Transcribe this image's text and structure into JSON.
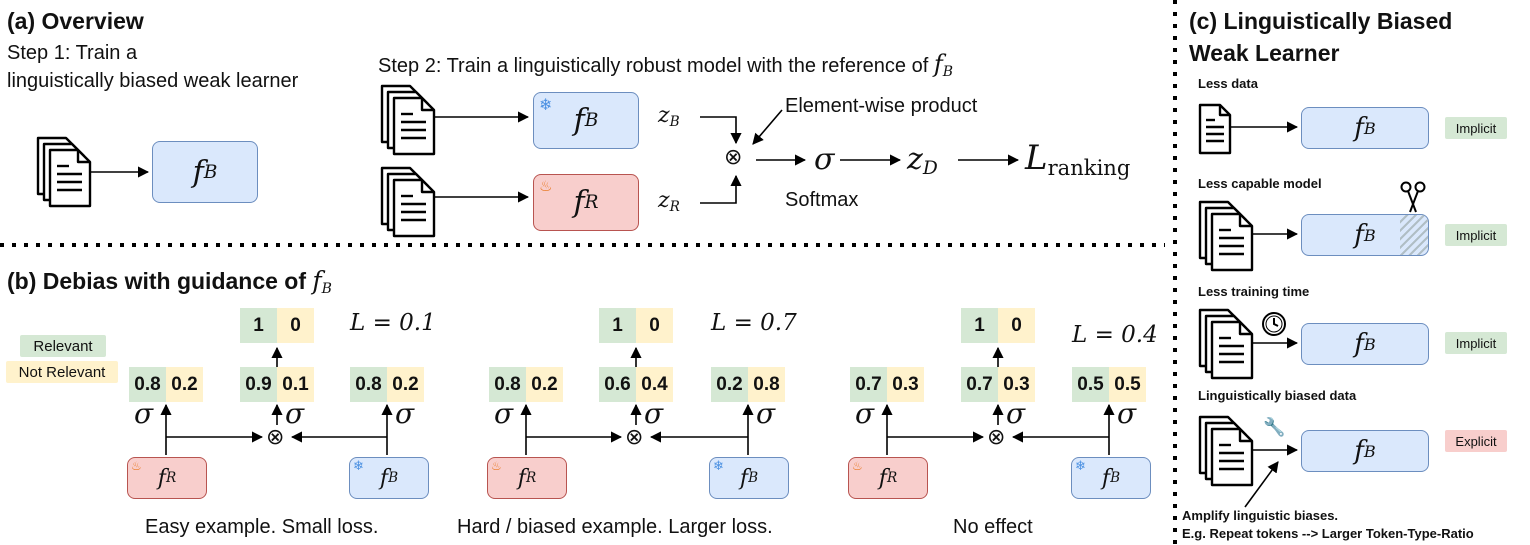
{
  "overview": {
    "title": "(a) Overview",
    "step1_line1": "Step 1: Train a",
    "step1_line2": "linguistically biased weak learner",
    "step2_text": "Step 2: Train a linguistically robust model with the reference of",
    "step2_sym": "f",
    "step2_sub": "B",
    "fb_model": "f",
    "fb_sub": "B",
    "fr_model": "f",
    "fr_sub": "R",
    "zb": "z",
    "zb_sub": "B",
    "zr": "z",
    "zr_sub": "R",
    "elementwise_label": "Element-wise product",
    "softmax_label": "Softmax",
    "otimes": "⊗",
    "sigma": "σ",
    "zd": "z",
    "zd_sub": "D",
    "loss": "L",
    "loss_sub": "ranking"
  },
  "debias": {
    "title": "(b) Debias with guidance of",
    "title_sym": "f",
    "title_sub": "B",
    "legend_relevant": "Relevant",
    "legend_not_relevant": "Not Relevant",
    "examples": [
      {
        "caption": "Easy example. Small loss.",
        "loss": "L = 0.1",
        "fr": [
          "0.8",
          "0.2"
        ],
        "combined": [
          "0.9",
          "0.1"
        ],
        "fb": [
          "0.8",
          "0.2"
        ],
        "target": [
          "1",
          "0"
        ]
      },
      {
        "caption": "Hard / biased example. Larger loss.",
        "loss": "L = 0.7",
        "fr": [
          "0.8",
          "0.2"
        ],
        "combined": [
          "0.6",
          "0.4"
        ],
        "fb": [
          "0.2",
          "0.8"
        ],
        "target": [
          "1",
          "0"
        ]
      },
      {
        "caption": "No effect",
        "loss": "L = 0.4",
        "fr": [
          "0.7",
          "0.3"
        ],
        "combined": [
          "0.7",
          "0.3"
        ],
        "fb": [
          "0.5",
          "0.5"
        ],
        "target": [
          "1",
          "0"
        ]
      }
    ]
  },
  "weak_learner": {
    "title_line1": "(c) Linguistically Biased",
    "title_line2": "Weak Learner",
    "rows": [
      {
        "label": "Less data",
        "tag": "Implicit"
      },
      {
        "label": "Less capable model",
        "tag": "Implicit"
      },
      {
        "label": "Less training time",
        "tag": "Implicit"
      },
      {
        "label": "Linguistically biased data",
        "tag": "Explicit"
      }
    ],
    "note_line1": "Amplify linguistic biases.",
    "note_line2": "E.g. Repeat tokens --> Larger Token-Type-Ratio"
  },
  "colors": {
    "blue_fill": "#dae8fc",
    "blue_border": "#6c8ebf",
    "red_fill": "#f8cecc",
    "red_border": "#b85450",
    "green_tag": "#d5e8d4",
    "yellow_tag": "#fff2cc"
  }
}
